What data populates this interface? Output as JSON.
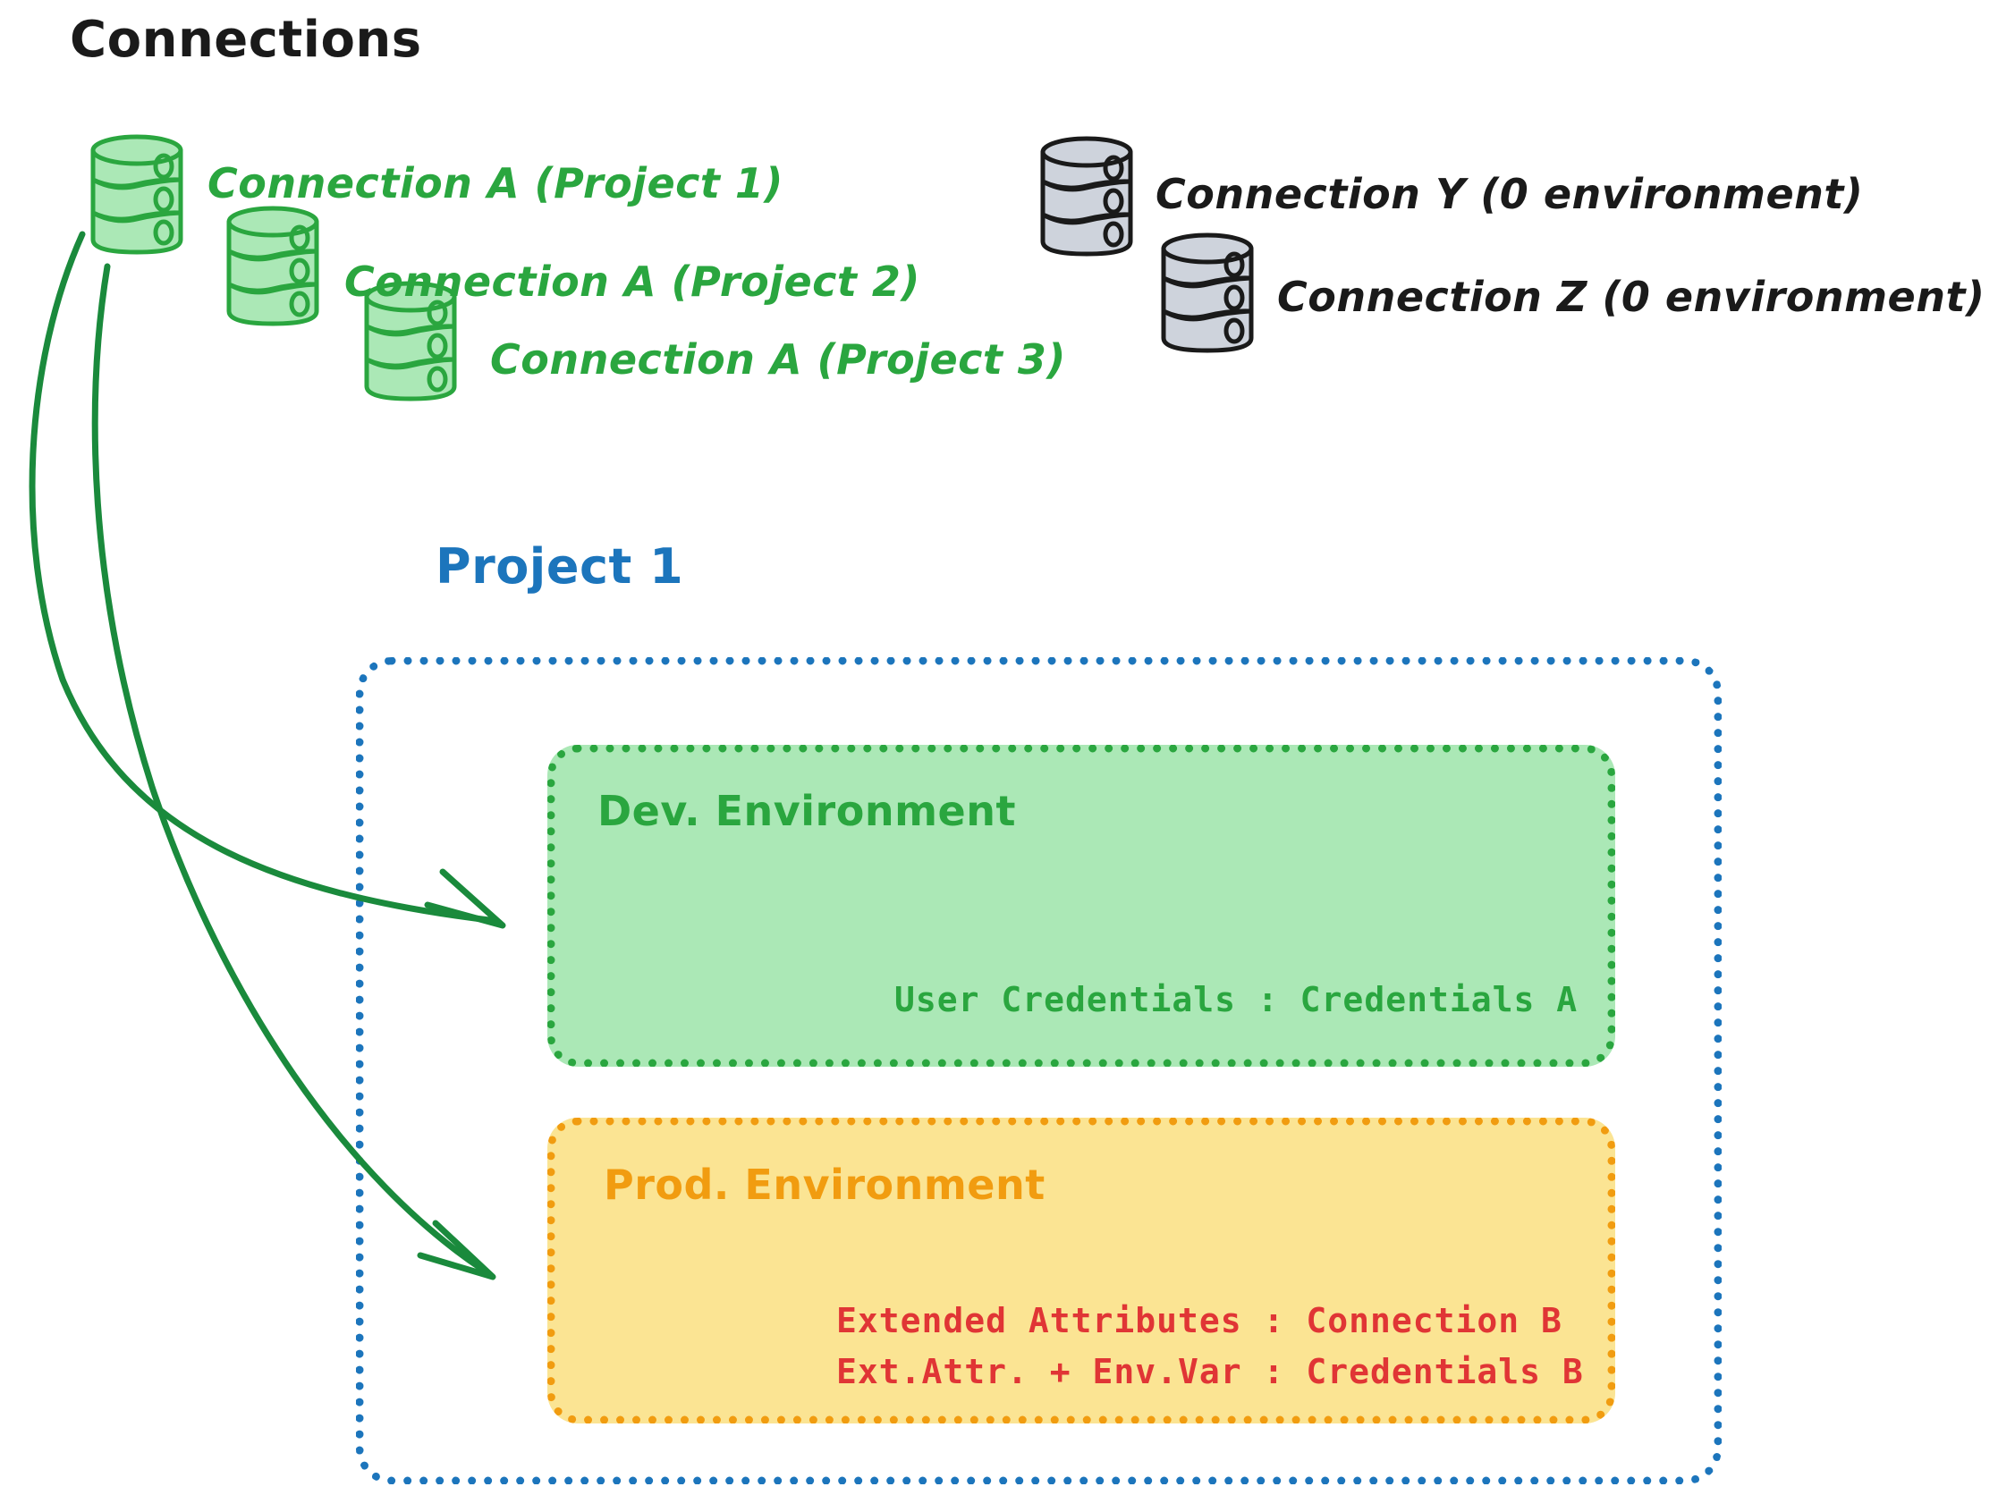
{
  "title": "Connections",
  "connections_green": [
    {
      "label": "Connection A (Project 1)",
      "icon": "database-icon"
    },
    {
      "label": "Connection A (Project 2)",
      "icon": "database-icon"
    },
    {
      "label": "Connection A (Project 3)",
      "icon": "database-icon"
    }
  ],
  "connections_gray": [
    {
      "label": "Connection Y (0 environment)",
      "icon": "database-icon"
    },
    {
      "label": "Connection Z (0 environment)",
      "icon": "database-icon"
    }
  ],
  "project": {
    "title": "Project 1",
    "environments": [
      {
        "name": "Dev. Environment",
        "lines": [
          "User Credentials : Credentials A"
        ]
      },
      {
        "name": "Prod. Environment",
        "lines": [
          "Extended Attributes : Connection B",
          "Ext.Attr. + Env.Var : Credentials B"
        ]
      }
    ]
  },
  "colors": {
    "green_stroke": "#2aa63f",
    "green_fill": "#abe8b6",
    "gray_stroke": "#1a1a1a",
    "gray_fill": "#ced3dc",
    "blue": "#1c75bc",
    "orange": "#f19c10",
    "orange_fill": "#fbe493",
    "red": "#e03535",
    "black": "#1a1a1a"
  },
  "arrows": [
    {
      "from": "Connection A (Project 1)",
      "to": "Dev. Environment"
    },
    {
      "from": "Connection A (Project 1)",
      "to": "Prod. Environment"
    }
  ]
}
